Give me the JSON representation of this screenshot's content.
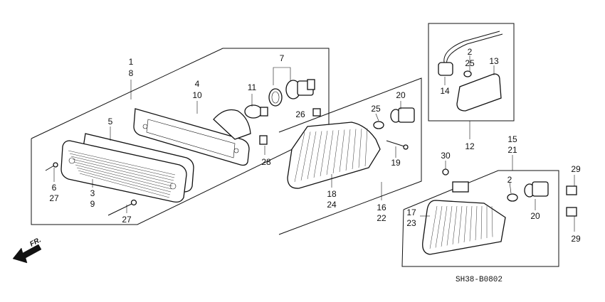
{
  "diagram": {
    "labels": {
      "l1": "1",
      "l8": "8",
      "l4": "4",
      "l10": "10",
      "l7": "7",
      "l11": "11",
      "l5": "5",
      "l26": "26",
      "l28": "28",
      "l6": "6",
      "l27a": "27",
      "l3": "3",
      "l9": "9",
      "l27b": "27",
      "l20a": "20",
      "l25a": "25",
      "l19": "19",
      "l18": "18",
      "l24": "24",
      "l16": "16",
      "l22": "22",
      "l2a": "2",
      "l25b": "25",
      "l13": "13",
      "l14": "14",
      "l12": "12",
      "l15": "15",
      "l21": "21",
      "l30": "30",
      "l2b": "2",
      "l17": "17",
      "l23": "23",
      "l20b": "20",
      "l29a": "29",
      "l29b": "29"
    },
    "direction_label": "FR.",
    "code": "SH38-B0802"
  }
}
